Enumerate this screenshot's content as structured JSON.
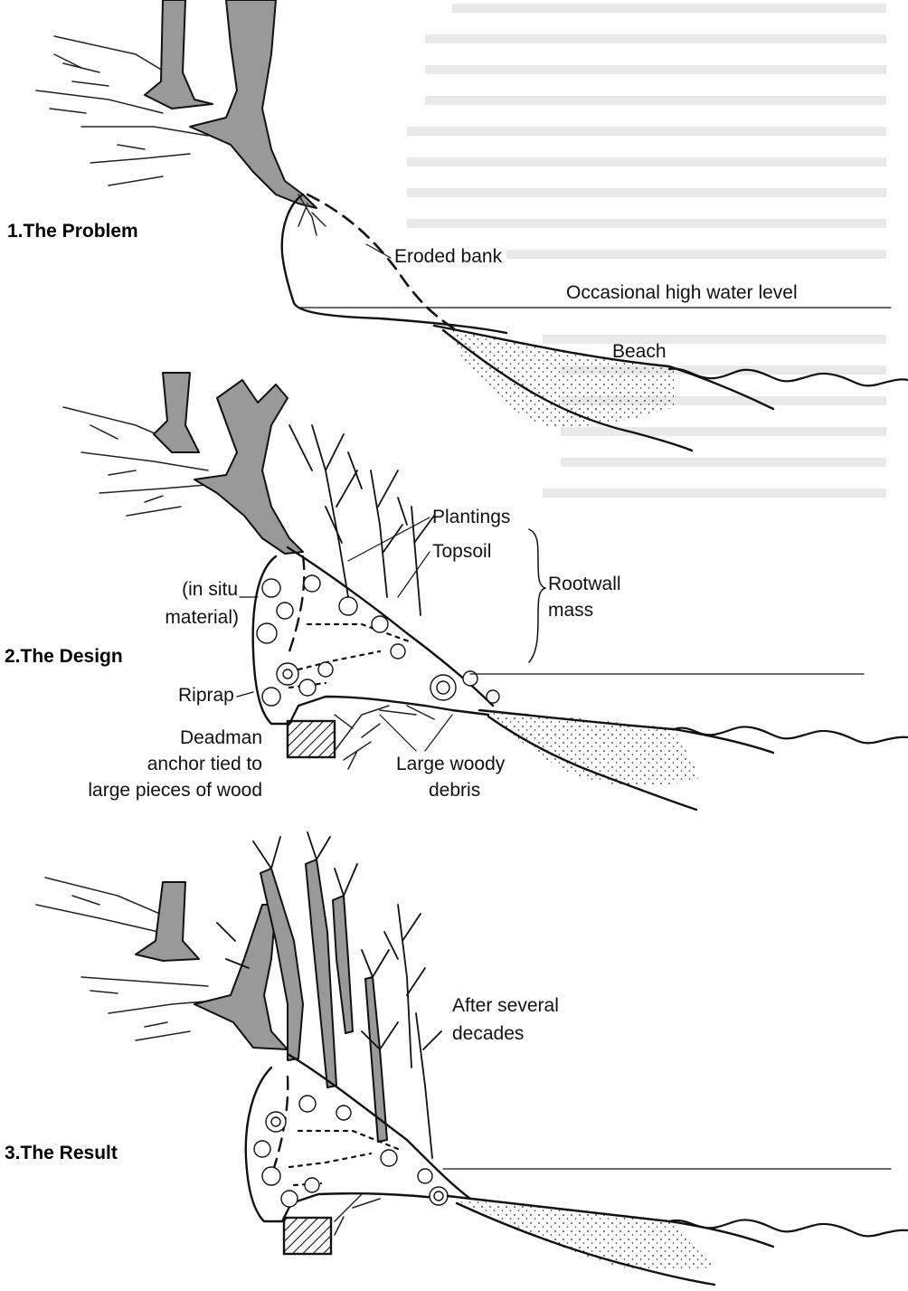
{
  "panels": {
    "problem": {
      "title": "1.The Problem",
      "labels": {
        "eroded_bank": "Eroded bank",
        "high_water": "Occasional high water level",
        "beach": "Beach"
      }
    },
    "design": {
      "title": "2.The Design",
      "labels": {
        "plantings": "Plantings",
        "topsoil": "Topsoil",
        "rootwall_1": "Rootwall",
        "rootwall_2": "mass",
        "in_situ_1": "(in situ",
        "in_situ_2": "material)",
        "riprap": "Riprap",
        "deadman_1": "Deadman",
        "deadman_2": "anchor tied to",
        "deadman_3": "large pieces of wood",
        "lwd_1": "Large woody",
        "lwd_2": "debris"
      }
    },
    "result": {
      "title": "3.The Result",
      "labels": {
        "after_1": "After several",
        "after_2": "decades"
      }
    }
  },
  "colors": {
    "ink": "#111111",
    "trunk_fill": "#999999",
    "paper": "#ffffff"
  }
}
